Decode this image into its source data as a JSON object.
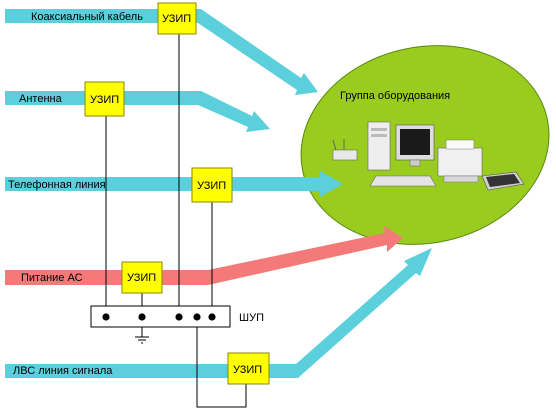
{
  "lines": {
    "coax": "Коаксиальный кабель",
    "antenna": "Антенна",
    "phone": "Телефонная линия",
    "power": "Питание АС",
    "lan": "ЛВС линия сигнала"
  },
  "uzip_label": "УЗИП",
  "bus_label": "ШУП",
  "equipment_group": "Группа оборудования",
  "colors": {
    "signal_arrow": "#5bcfdc",
    "power_arrow": "#f47a7a",
    "uzip_fill": "#ffff00",
    "uzip_border": "#8a8a00",
    "ellipse_fill": "#99cc1f",
    "ellipse_border": "#5a8a10"
  }
}
